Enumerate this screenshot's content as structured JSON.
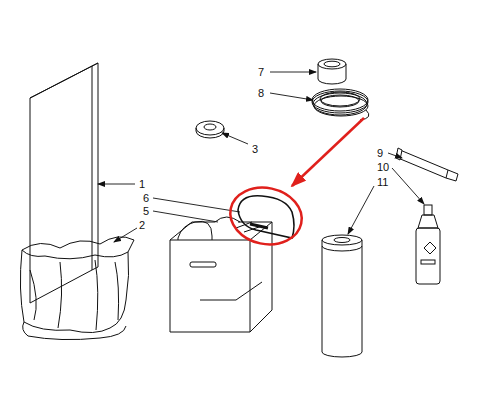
{
  "diagram": {
    "labels": [
      "7",
      "8",
      "3",
      "1",
      "6",
      "5",
      "2",
      "9",
      "10",
      "11"
    ]
  }
}
